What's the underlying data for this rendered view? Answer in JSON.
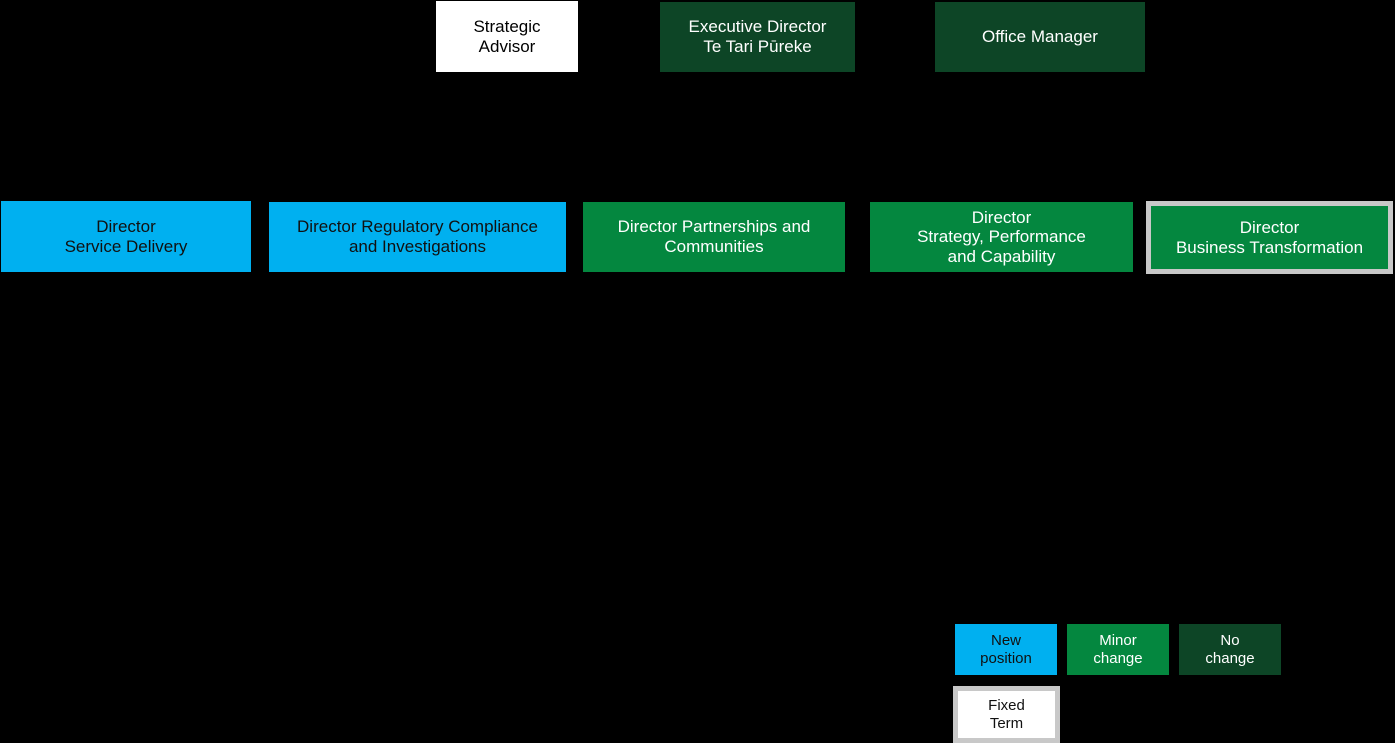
{
  "top_row": [
    {
      "line1": "Strategic",
      "line2": "Advisor"
    },
    {
      "line1": "Executive Director",
      "line2": "Te Tari Pūreke"
    },
    {
      "line1": "Office Manager"
    }
  ],
  "directors": [
    {
      "line1": "Director",
      "line2": "Service Delivery"
    },
    {
      "line1": "Director Regulatory Compliance",
      "line2": "and Investigations"
    },
    {
      "line1": "Director Partnerships and",
      "line2": "Communities"
    },
    {
      "line1": "Director",
      "line2": "Strategy, Performance",
      "line3": "and Capability"
    },
    {
      "line1": "Director",
      "line2": "Business Transformation"
    }
  ],
  "legend": {
    "new": {
      "line1": "New",
      "line2": "position"
    },
    "minor": {
      "line1": "Minor",
      "line2": "change"
    },
    "none": {
      "line1": "No",
      "line2": "change"
    },
    "fixed": {
      "line1": "Fixed",
      "line2": "Term"
    }
  },
  "colors": {
    "new_position": "#00b0f0",
    "minor_change": "#04873f",
    "no_change": "#0d4526",
    "fixed_term_border": "#c8c8c8",
    "background": "#000000"
  }
}
